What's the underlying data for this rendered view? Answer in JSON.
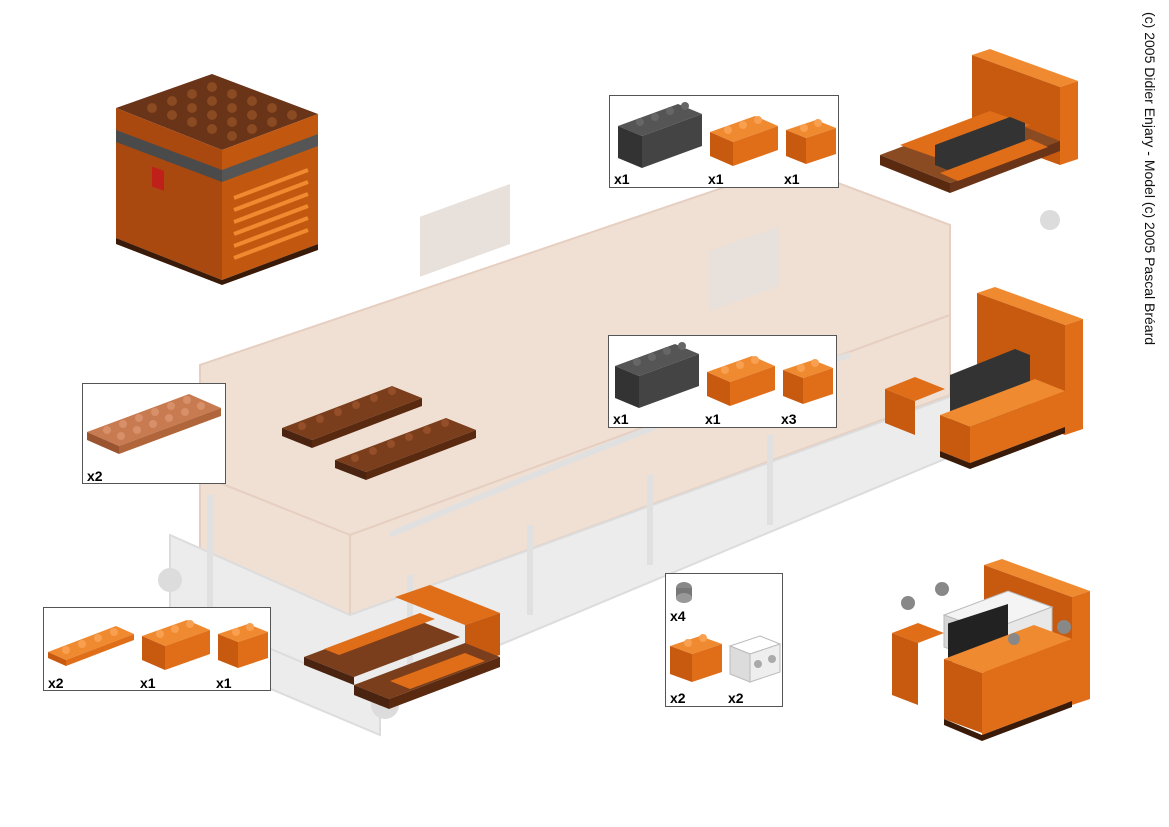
{
  "copyright": "(c) 2005 Didier Enjary - Model (c) 2005 Pascal Bréard",
  "colors": {
    "dark_orange": "#c8560e",
    "orange": "#e8761e",
    "brown": "#5a2a10",
    "medium_brown": "#b86a40",
    "dark_gray": "#3e3e3e",
    "white": "#f2f2f2",
    "ghost": "#f1ddd0"
  },
  "callouts": [
    {
      "id": "top-right-parts",
      "quantities": [
        "x1",
        "x1",
        "x1"
      ],
      "parts": [
        "dark-gray-brick-1x4",
        "orange-brick-1x3",
        "orange-brick-1x2"
      ]
    },
    {
      "id": "middle-right-parts",
      "quantities": [
        "x1",
        "x1",
        "x3"
      ],
      "parts": [
        "dark-gray-brick-1x4",
        "orange-brick-1x3",
        "orange-brick-1x2"
      ]
    },
    {
      "id": "left-plate-parts",
      "quantities": [
        "x2"
      ],
      "parts": [
        "medium-brown-plate-2x6"
      ]
    },
    {
      "id": "bottom-left-parts",
      "quantities": [
        "x2",
        "x1",
        "x1"
      ],
      "parts": [
        "orange-plate-1x4",
        "orange-brick-1x3",
        "orange-brick-1x2"
      ]
    },
    {
      "id": "bottom-center-parts",
      "quantities": [
        "x4",
        "x2",
        "x2"
      ],
      "parts": [
        "technic-pin",
        "orange-brick-1x2",
        "white-technic-brick-1x2"
      ]
    }
  ]
}
